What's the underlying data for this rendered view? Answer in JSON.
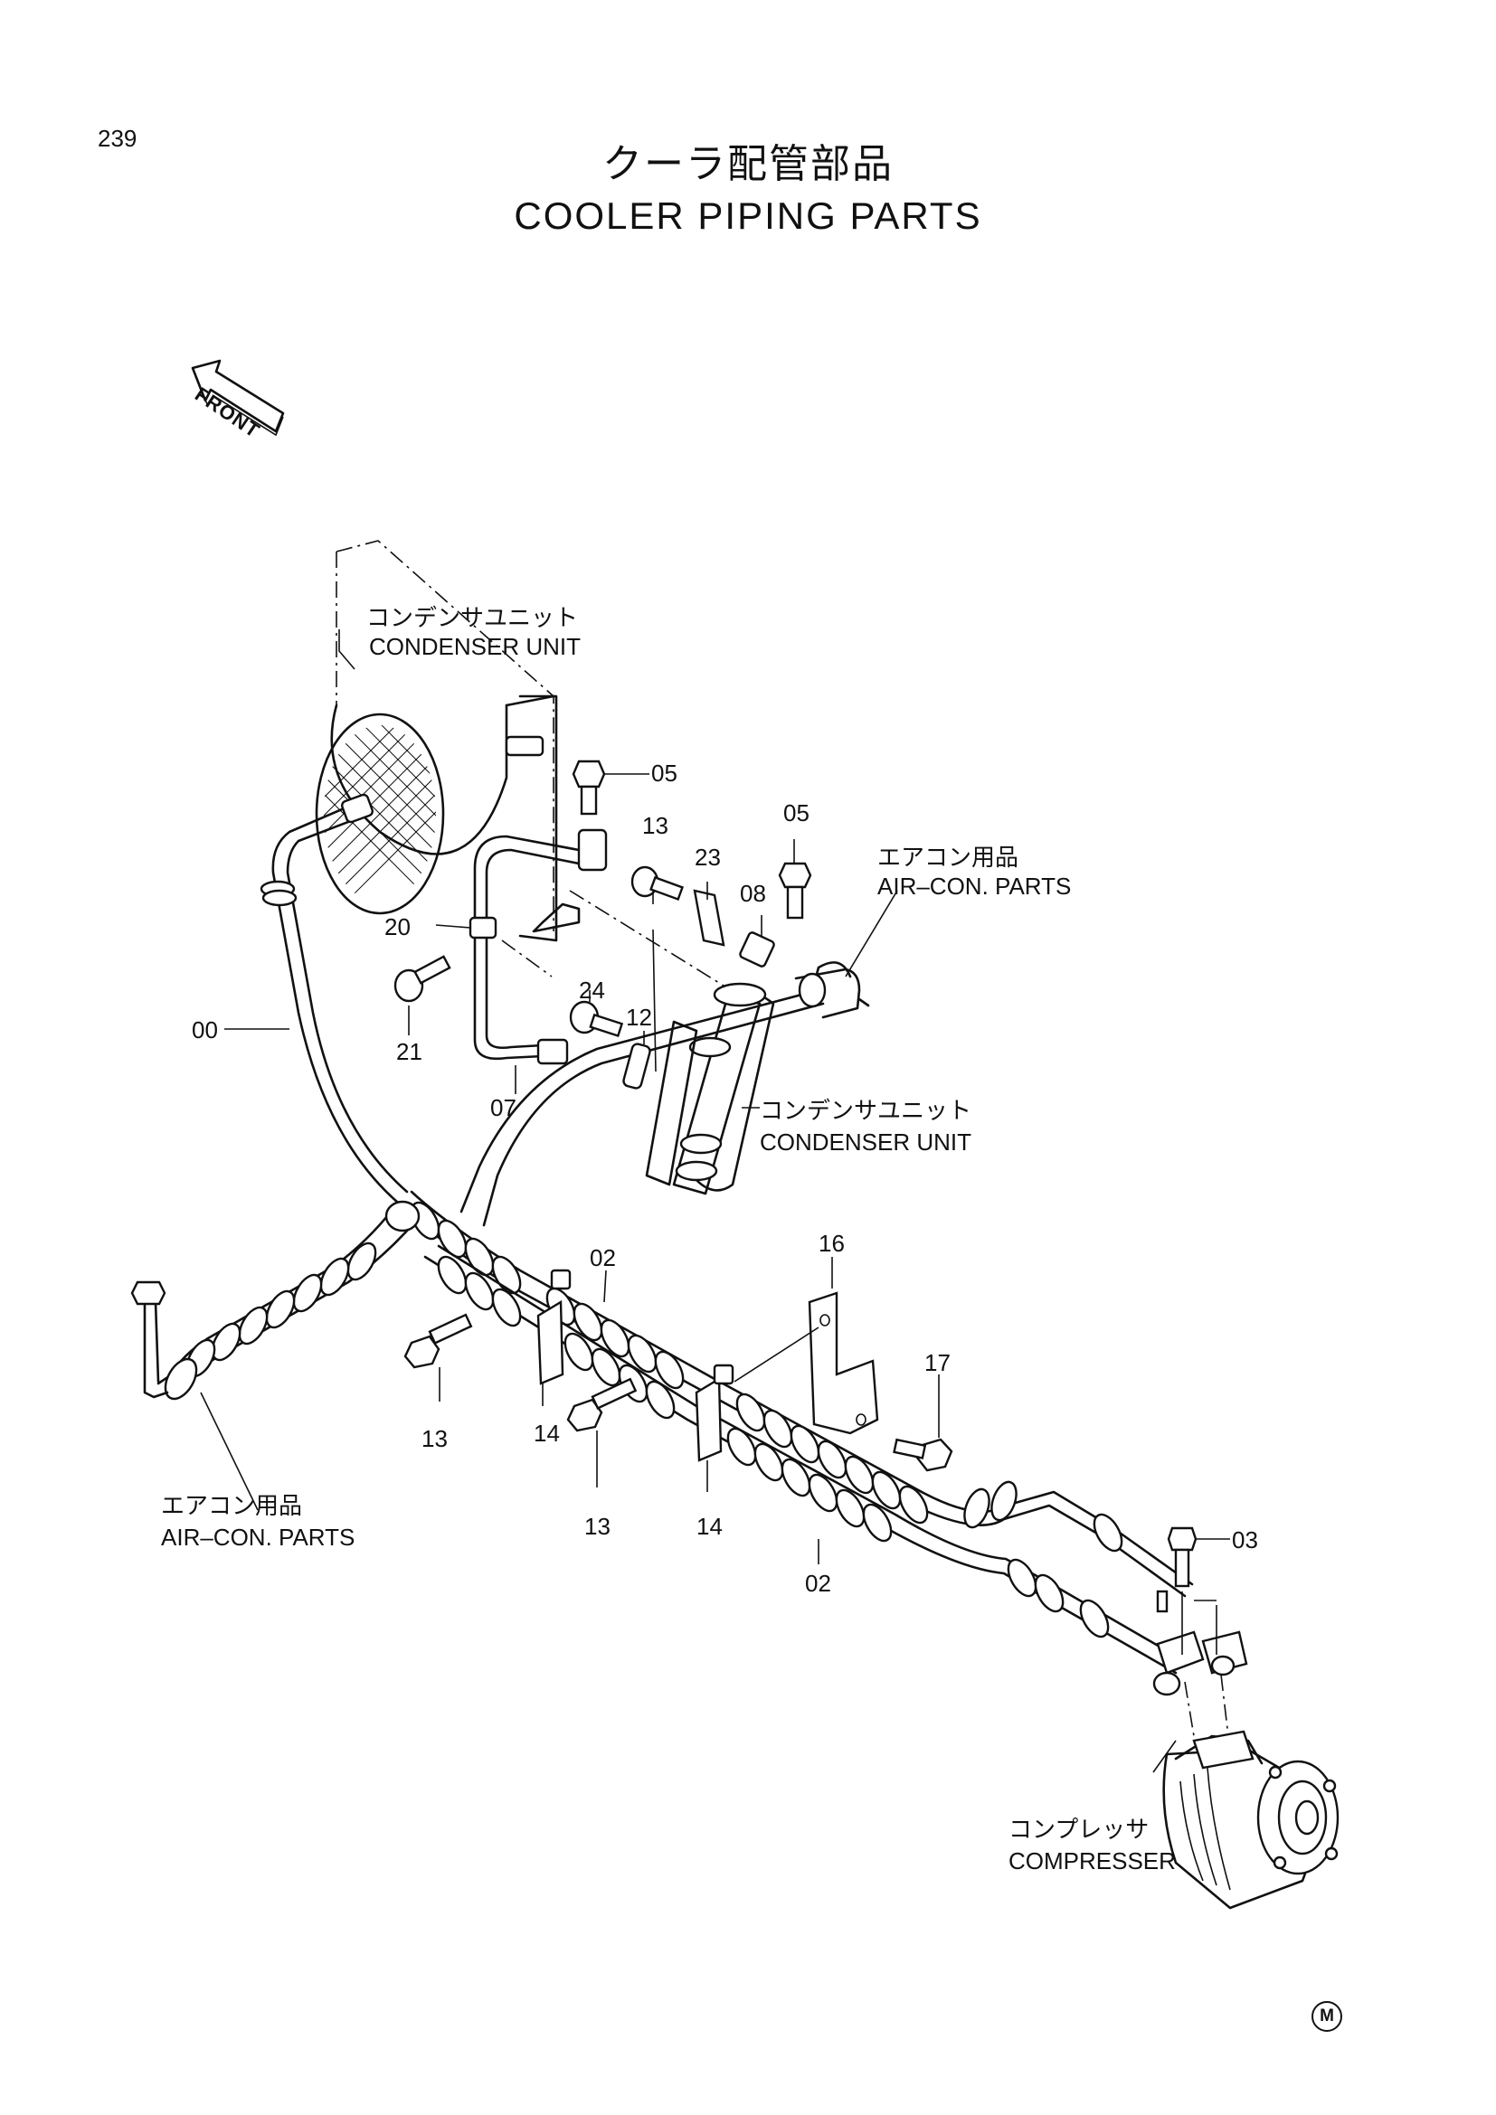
{
  "page": {
    "number": "239",
    "title_jp": "クーラ配管部品",
    "title_en": "COOLER PIPING PARTS"
  },
  "front_marker": "FRONT",
  "maker_mark": "M",
  "labels": {
    "condenser_unit_top": {
      "jp": "コンデンサユニット",
      "en": "CONDENSER UNIT"
    },
    "condenser_unit_mid": {
      "jp": "コンデンサユニット",
      "en": "CONDENSER UNIT"
    },
    "aircon_parts_right": {
      "jp": "エアコン用品",
      "en": "AIR–CON. PARTS"
    },
    "aircon_parts_left": {
      "jp": "エアコン用品",
      "en": "AIR–CON. PARTS"
    },
    "compressor": {
      "jp": "コンプレッサ",
      "en": "COMPRESSER"
    }
  },
  "callouts": {
    "c05a": "05",
    "c05b": "05",
    "c13a": "13",
    "c23": "23",
    "c08": "08",
    "c20": "20",
    "c21": "21",
    "c00": "00",
    "c24": "24",
    "c12": "12",
    "c07": "07",
    "c02a": "02",
    "c16": "16",
    "c17": "17",
    "c13b": "13",
    "c14a": "14",
    "c13c": "13",
    "c14b": "14",
    "c02b": "02",
    "c03": "03"
  }
}
